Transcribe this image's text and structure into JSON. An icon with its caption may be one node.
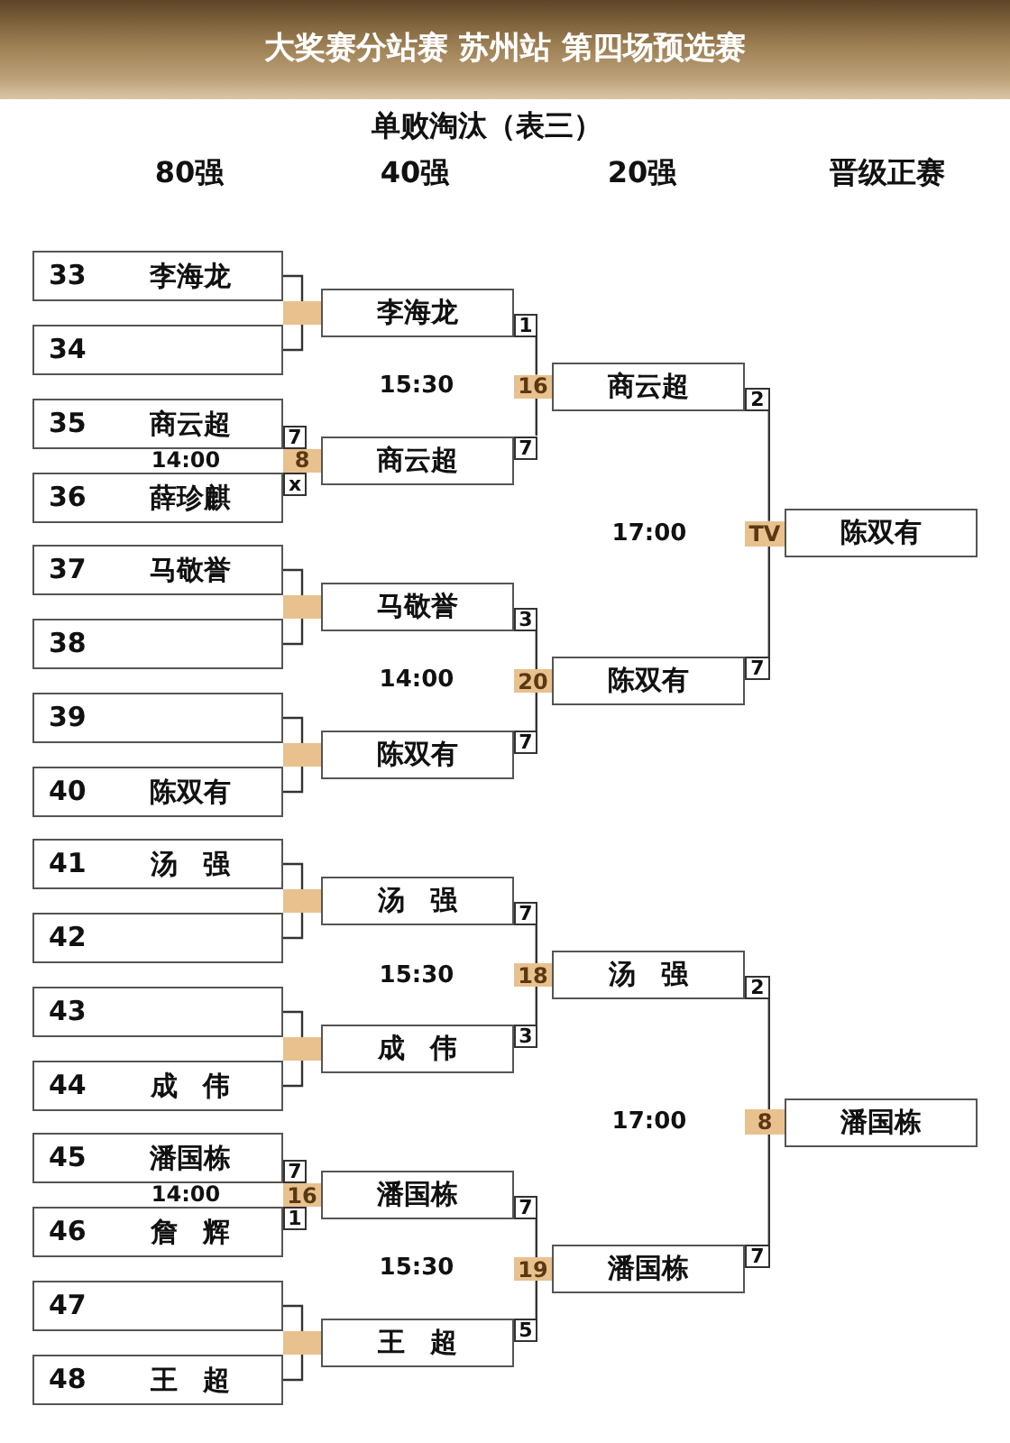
{
  "diagram": {
    "title": "大奖赛分站赛 苏州站 第四场预选赛",
    "nodes": [
      {
        "text": [
          "33",
          "李海龙"
        ]
      },
      {
        "text": [
          "34"
        ]
      },
      {
        "text": [
          "35",
          "商云超"
        ]
      },
      {
        "text": [
          "36",
          "薛珍麒"
        ]
      },
      {
        "text": [
          "37",
          "马敬誉"
        ]
      },
      {
        "text": [
          "38"
        ]
      },
      {
        "text": [
          "39"
        ]
      },
      {
        "text": [
          "40",
          "陈双有"
        ]
      },
      {
        "text": [
          "41",
          "汤 强"
        ]
      },
      {
        "text": [
          "42"
        ]
      },
      {
        "text": [
          "43"
        ]
      },
      {
        "text": [
          "44",
          "成 伟"
        ]
      },
      {
        "text": [
          "45",
          "潘国栋"
        ]
      },
      {
        "text": [
          "46",
          "詹 辉"
        ]
      },
      {
        "text": [
          "47"
        ]
      },
      {
        "text": [
          "48",
          "王 超"
        ]
      },
      {
        "text": [
          "7"
        ]
      },
      {
        "text": [
          "x"
        ]
      },
      {
        "text": [
          "7"
        ]
      },
      {
        "text": [
          "1"
        ]
      },
      {
        "text": [],
        "shape": "box"
      },
      {
        "text": [
          "8"
        ]
      },
      {
        "text": [],
        "shape": "box"
      },
      {
        "text": [],
        "shape": "box"
      },
      {
        "text": [],
        "shape": "box"
      },
      {
        "text": [],
        "shape": "box"
      },
      {
        "text": [
          "16"
        ]
      },
      {
        "text": [],
        "shape": "box"
      },
      {
        "text": [
          "李海龙"
        ]
      },
      {
        "text": [
          "商云超"
        ]
      },
      {
        "text": [
          "马敬誉"
        ]
      },
      {
        "text": [
          "陈双有"
        ]
      },
      {
        "text": [
          "汤 强"
        ]
      },
      {
        "text": [
          "成 伟"
        ]
      },
      {
        "text": [
          "潘国栋"
        ]
      },
      {
        "text": [
          "王 超"
        ]
      },
      {
        "text": [
          "1"
        ]
      },
      {
        "text": [
          "7"
        ]
      },
      {
        "text": [
          "3"
        ]
      },
      {
        "text": [
          "7"
        ]
      },
      {
        "text": [
          "7"
        ]
      },
      {
        "text": [
          "3"
        ]
      },
      {
        "text": [
          "7"
        ]
      },
      {
        "text": [
          "5"
        ]
      },
      {
        "text": [
          "16"
        ]
      },
      {
        "text": [
          "20"
        ]
      },
      {
        "text": [
          "18"
        ]
      },
      {
        "text": [
          "19"
        ]
      },
      {
        "text": [
          "商云超"
        ]
      },
      {
        "text": [
          "陈双有"
        ]
      },
      {
        "text": [
          "汤 强"
        ]
      },
      {
        "text": [
          "潘国栋"
        ]
      },
      {
        "text": [
          "2"
        ]
      },
      {
        "text": [
          "7"
        ]
      },
      {
        "text": [
          "2"
        ]
      },
      {
        "text": [
          "7"
        ]
      },
      {
        "text": [
          "TV"
        ]
      },
      {
        "text": [
          "8"
        ]
      },
      {
        "text": [
          "陈双有"
        ]
      },
      {
        "text": [
          "潘国栋"
        ]
      }
    ],
    "edges": [
      {
        "from": 0,
        "to": 20,
        "arrow": "none"
      },
      {
        "from": 1,
        "to": 20,
        "arrow": "none"
      },
      {
        "from": 4,
        "to": 22,
        "arrow": "none"
      },
      {
        "from": 5,
        "to": 22,
        "arrow": "none"
      },
      {
        "from": 6,
        "to": 23,
        "arrow": "none"
      },
      {
        "from": 7,
        "to": 23,
        "arrow": "none"
      },
      {
        "from": 8,
        "to": 24,
        "arrow": "none"
      },
      {
        "from": 9,
        "to": 24,
        "arrow": "none"
      },
      {
        "from": 10,
        "to": 25,
        "arrow": "none"
      },
      {
        "from": 11,
        "to": 25,
        "arrow": "none"
      },
      {
        "from": 14,
        "to": 27,
        "arrow": "none"
      },
      {
        "from": 15,
        "to": 27,
        "arrow": "none"
      },
      {
        "from": 36,
        "to": 44,
        "arrow": "none"
      },
      {
        "from": 37,
        "to": 44,
        "arrow": "none"
      },
      {
        "from": 38,
        "to": 45,
        "arrow": "none"
      },
      {
        "from": 39,
        "to": 45,
        "arrow": "none"
      },
      {
        "from": 40,
        "to": 46,
        "arrow": "none"
      },
      {
        "from": 41,
        "to": 46,
        "arrow": "none"
      },
      {
        "from": 42,
        "to": 47,
        "arrow": "none"
      },
      {
        "from": 43,
        "to": 47,
        "arrow": "none"
      },
      {
        "from": 52,
        "to": 56,
        "arrow": "none"
      },
      {
        "from": 53,
        "to": 56,
        "arrow": "none"
      },
      {
        "from": 54,
        "to": 57,
        "arrow": "none"
      },
      {
        "from": 55,
        "to": 57,
        "arrow": "none"
      }
    ],
    "labels": [
      "单败淘汰（表三）",
      "80强",
      "40强",
      "20强",
      "晋级正赛",
      "15:30",
      "14:00",
      "17:00",
      "14:00",
      "15:30",
      "17:00",
      "14:00",
      "15:30"
    ]
  }
}
